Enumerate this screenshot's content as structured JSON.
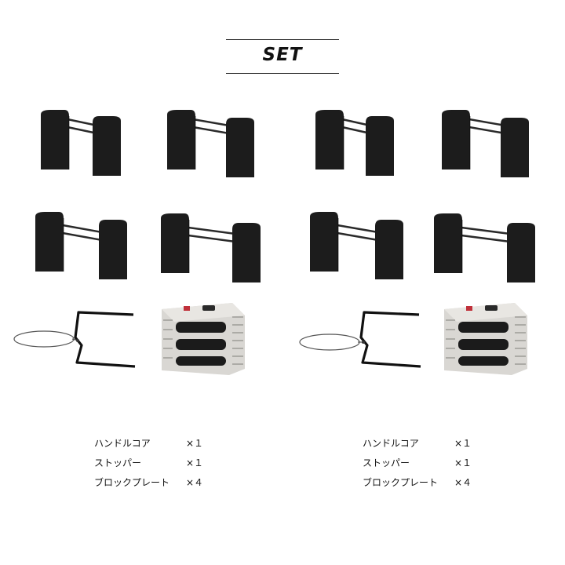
{
  "title": "SET",
  "sets": [
    {
      "items": [
        {
          "name": "ハンドルコア",
          "qty": "×１"
        },
        {
          "name": "ストッパー",
          "qty": "×１"
        },
        {
          "name": "ブロックプレート",
          "qty": "×４"
        }
      ]
    },
    {
      "items": [
        {
          "name": "ハンドルコア",
          "qty": "×１"
        },
        {
          "name": "ストッパー",
          "qty": "×１"
        },
        {
          "name": "ブロックプレート",
          "qty": "×４"
        }
      ]
    }
  ],
  "colors": {
    "plate": "#1c1c1c",
    "rod": "#2a2a2a",
    "core_body": "#d9d7d3",
    "accent": "#c0303a"
  }
}
